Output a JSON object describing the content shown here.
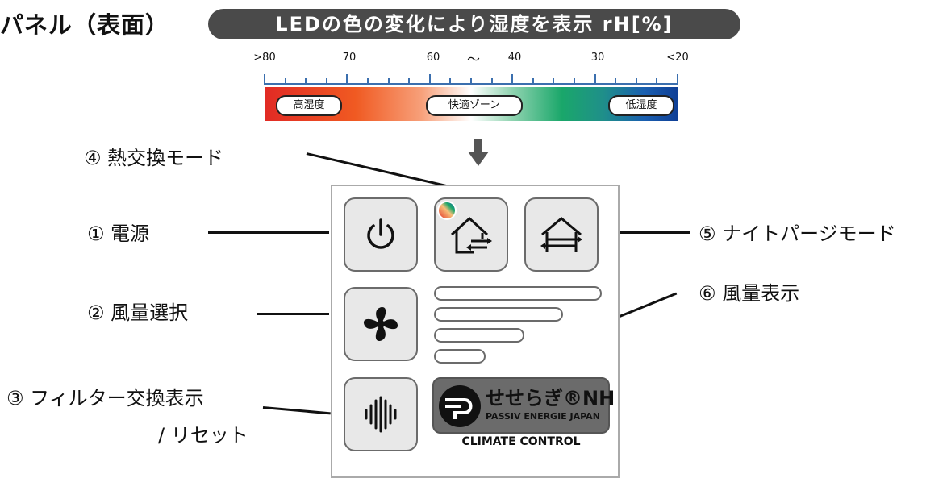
{
  "header": {
    "title": "パネル（表面）",
    "banner": "LEDの色の変化により湿度を表示 rH[%]"
  },
  "scale": {
    "tick_labels": [
      ">80",
      "70",
      "60",
      "～",
      "40",
      "30",
      "<20"
    ],
    "zones": {
      "high": "高湿度",
      "comfort": "快適ゾーン",
      "low": "低湿度"
    }
  },
  "labels": {
    "power": "① 電源",
    "fan_select": "② 風量選択",
    "filter_line1": "③ フィルター交換表示",
    "filter_line2": "/ リセット",
    "heat_exchange": "④ 熱交換モード",
    "night_purge": "⑤ ナイトパージモード",
    "fan_display": "⑥ 風量表示"
  },
  "logo": {
    "brand": "せせらぎ®NH",
    "sub": "PASSIV ENERGIE JAPAN",
    "climate": "CLIMATE CONTROL"
  },
  "icons": [
    "power-icon",
    "house-exchange-icon",
    "house-arrows-icon",
    "fan-icon",
    "sound-wave-icon",
    "down-arrow-icon",
    "color-dot-icon",
    "logo-p-icon"
  ]
}
